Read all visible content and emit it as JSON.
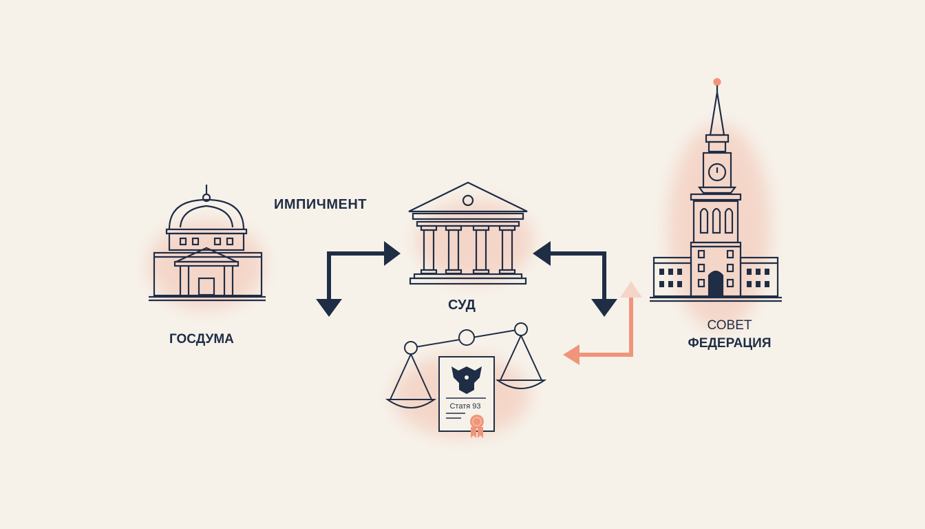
{
  "colors": {
    "background": "#f6f2ea",
    "ink": "#1f2d45",
    "accent": "#f0957a",
    "glow": "#f3b6a3"
  },
  "labels": {
    "impeachment": "ИМПИЧМЕНТ",
    "gosduma": "ГОСДУМА",
    "court": "СУД",
    "council_line1": "СОВЕТ",
    "council_line2": "ФЕДЕРАЦИЯ",
    "document": "Статя 93"
  },
  "icons": [
    "duma-building-icon",
    "court-building-icon",
    "kremlin-tower-icon",
    "scales-icon",
    "document-icon",
    "eagle-emblem-icon",
    "seal-icon"
  ]
}
